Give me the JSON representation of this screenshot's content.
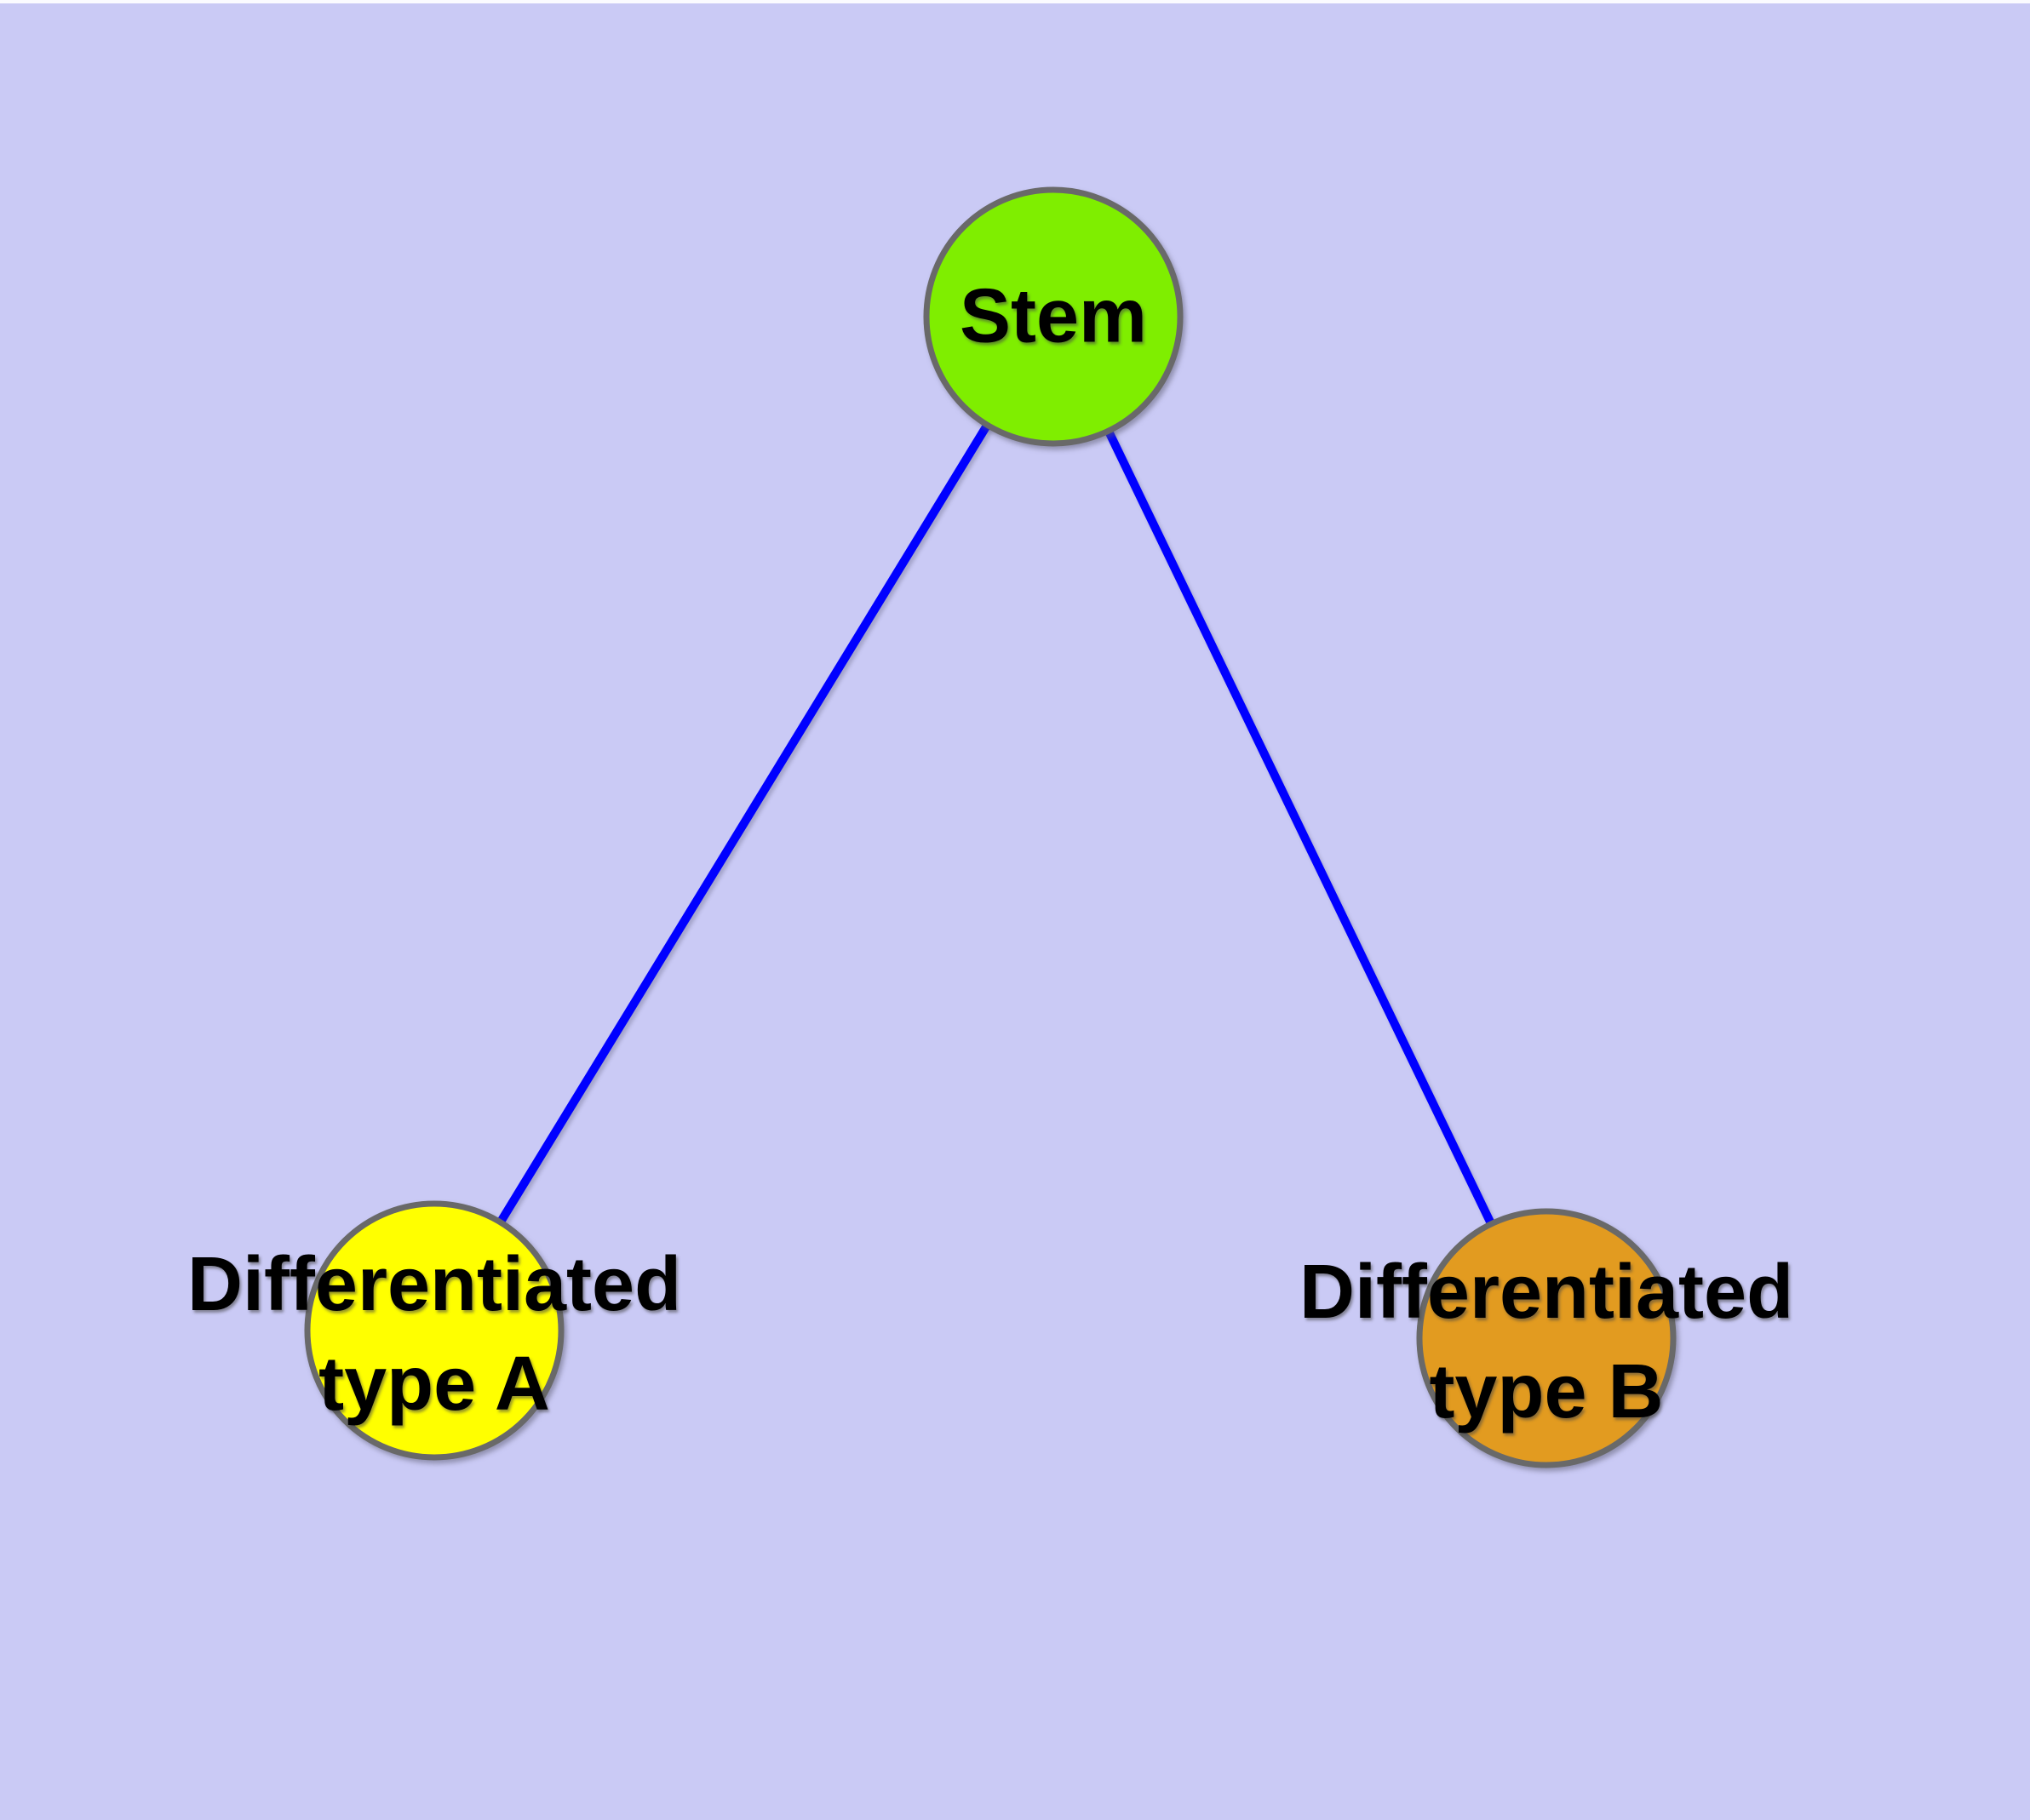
{
  "diagram": {
    "background_color": "#CACAF5",
    "node_border_color": "#696969",
    "edge_color": "#0000FF",
    "nodes": [
      {
        "id": "stem",
        "label": "Stem",
        "fill": "#7FEE00"
      },
      {
        "id": "differentiated-type-a",
        "label_line1": "Differentiated",
        "label_line2": "type A",
        "fill": "#FFFF00"
      },
      {
        "id": "differentiated-type-b",
        "label_line1": "Differentiated",
        "label_line2": "type B",
        "fill": "#E29B20"
      }
    ],
    "edges": [
      {
        "from": "stem",
        "to": "differentiated-type-a",
        "color": "#0000FF"
      },
      {
        "from": "stem",
        "to": "differentiated-type-b",
        "color": "#0000FF"
      }
    ]
  }
}
